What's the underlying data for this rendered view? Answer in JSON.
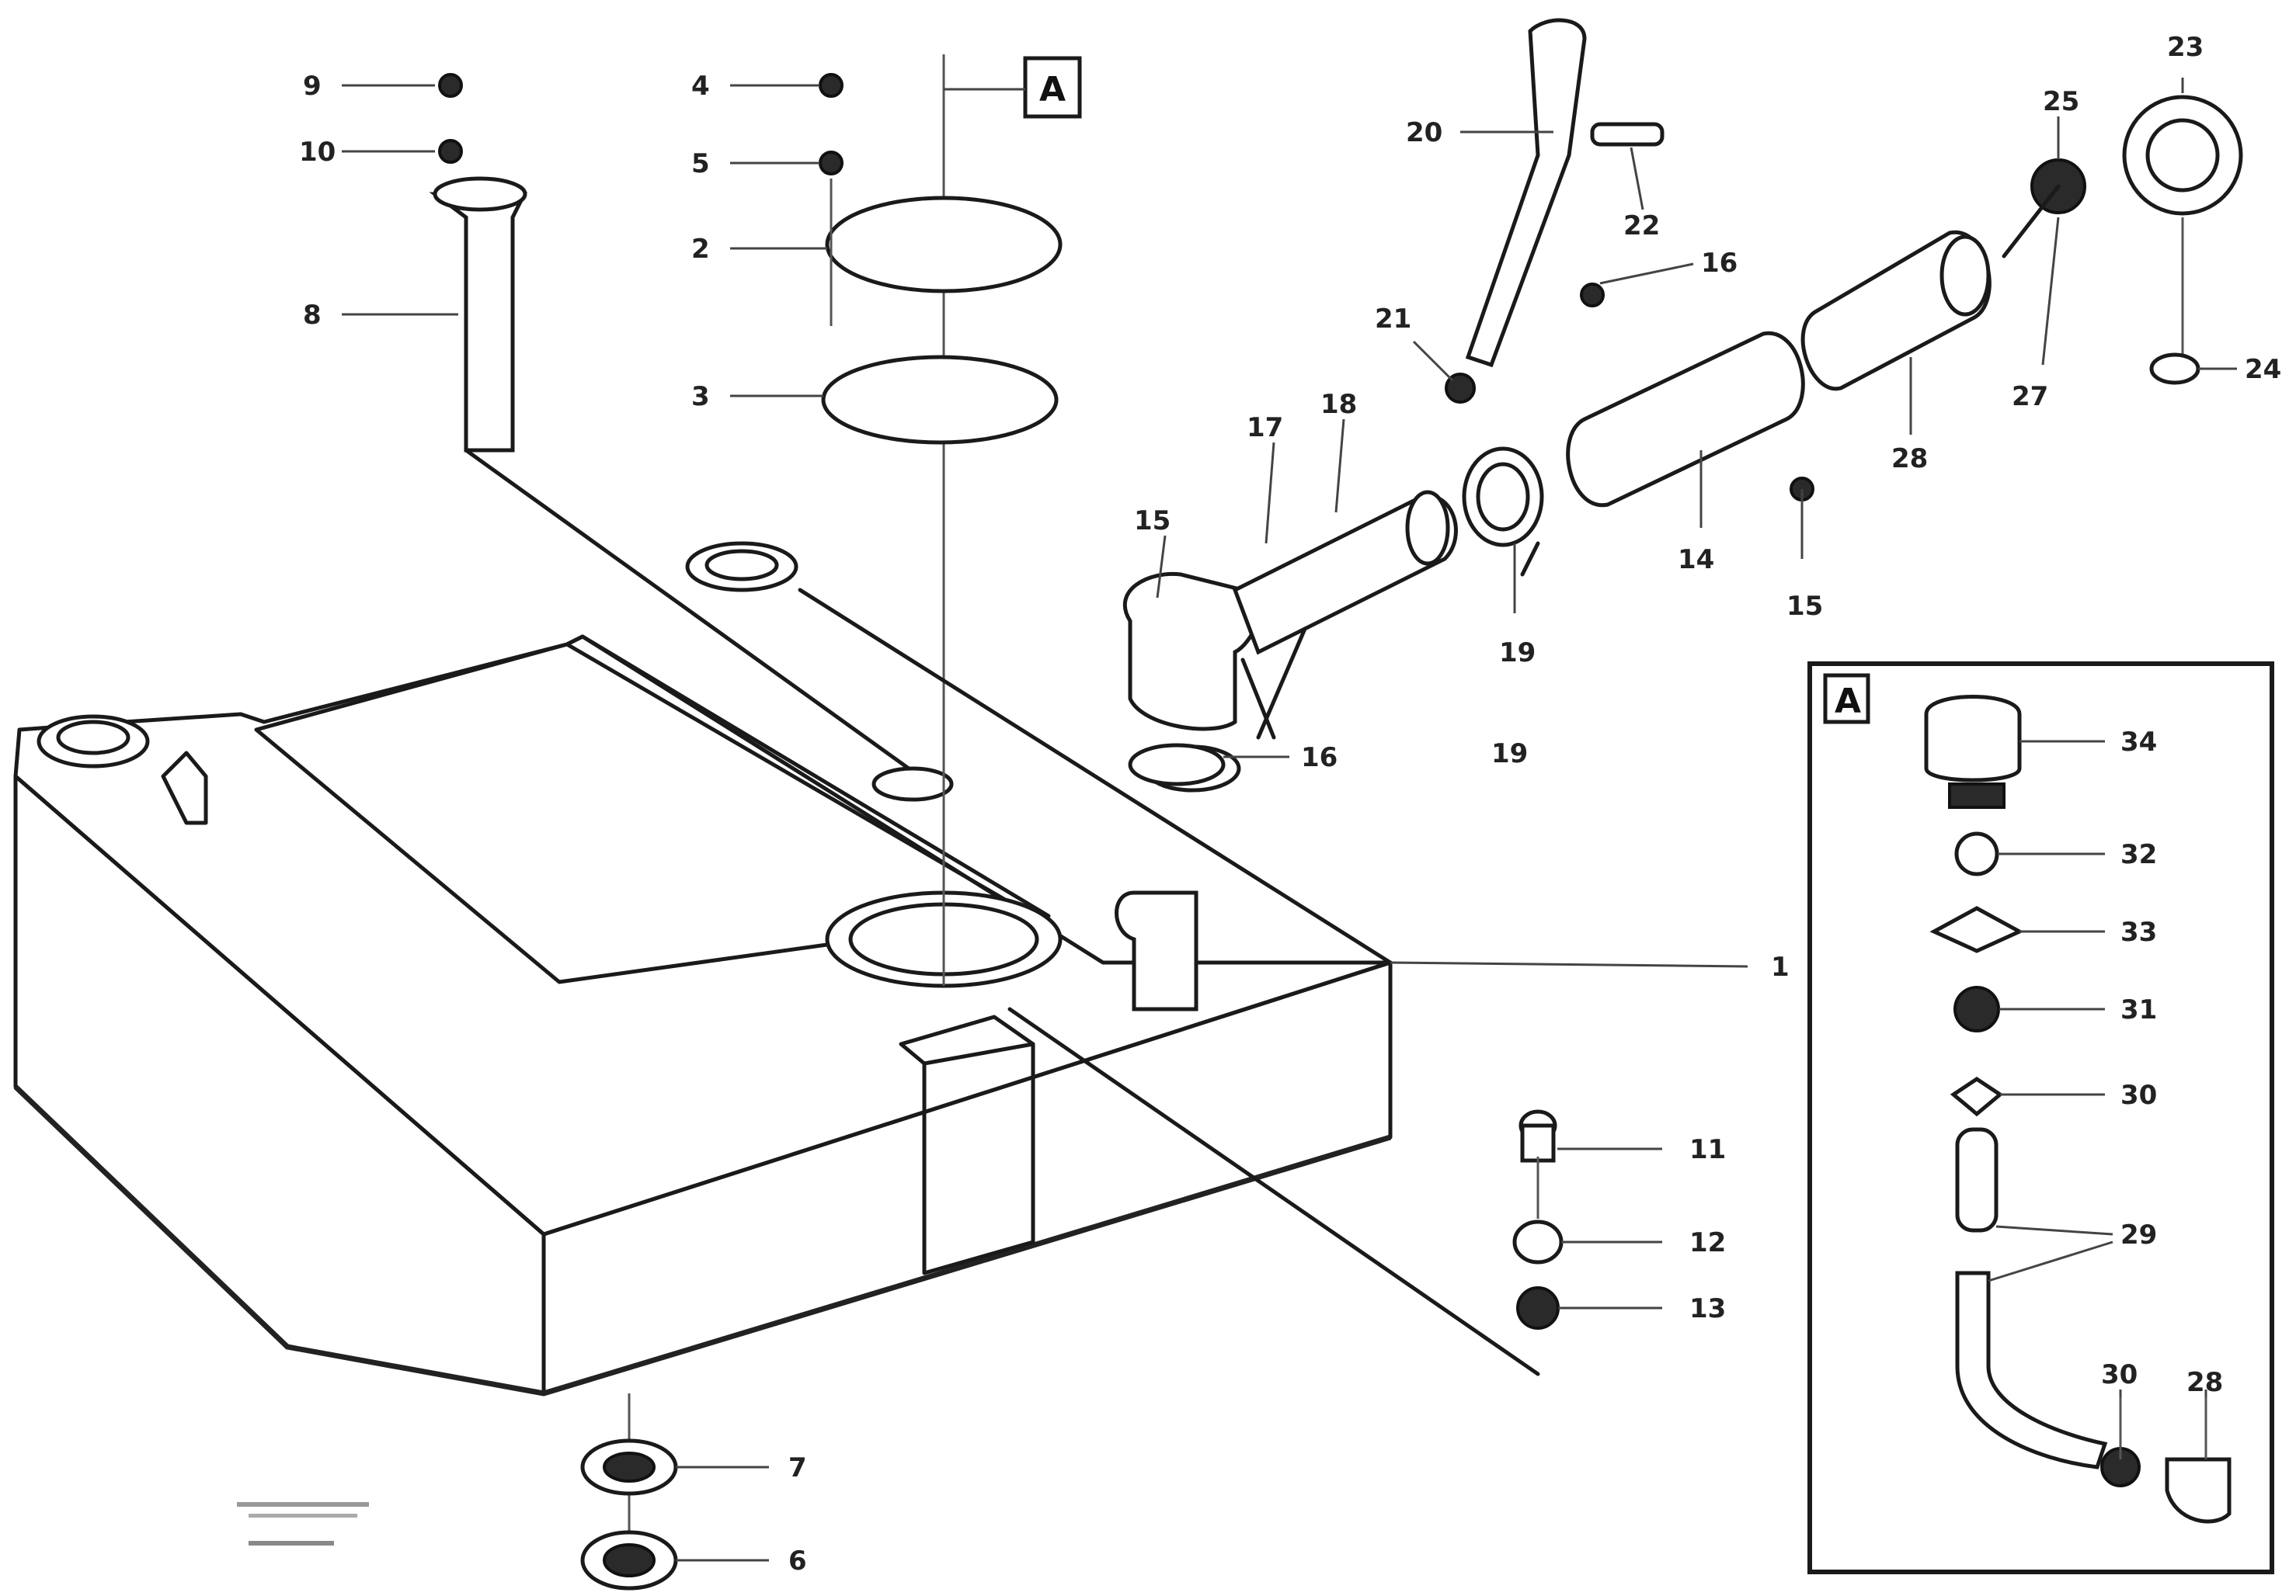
{
  "detail_ref": "A",
  "detail_box_label": "A",
  "labels": {
    "p1": "1",
    "p2": "2",
    "p3": "3",
    "p4": "4",
    "p5": "5",
    "p6": "6",
    "p7": "7",
    "p8": "8",
    "p9": "9",
    "p10": "10",
    "p11": "11",
    "p12": "12",
    "p13": "13",
    "p14": "14",
    "p15": "15",
    "p16": "16",
    "p17": "17",
    "p18": "18",
    "p19": "19",
    "p19b": "19",
    "p21": "21",
    "p20": "20",
    "p22": "22",
    "p16b": "16",
    "p15b": "15",
    "p28": "28",
    "p23": "23",
    "p25": "25",
    "p24": "24",
    "p27": "27",
    "a34": "34",
    "a32": "32",
    "a33": "33",
    "a31": "31",
    "a30": "30",
    "a29": "29",
    "a30b": "30",
    "a28": "28"
  },
  "reference": {
    "line1": "",
    "line2": "",
    "code": ""
  }
}
